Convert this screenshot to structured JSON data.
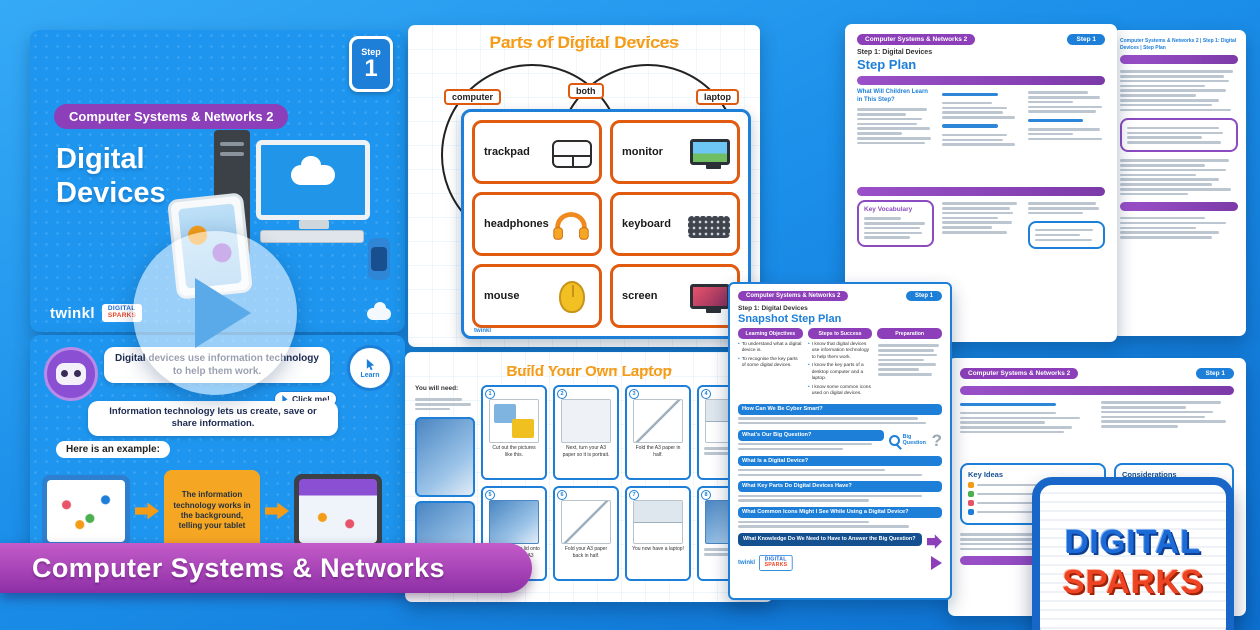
{
  "colors": {
    "accent_blue": "#1d7fd8",
    "accent_purple": "#8c3fb8",
    "accent_orange": "#f59c17",
    "sparks_red": "#ef4423"
  },
  "brand": {
    "twinkl": "twinkl",
    "digital": "DIGITAL",
    "sparks": "SPARKS"
  },
  "banner": {
    "label": "Computer Systems & Networks"
  },
  "play": {
    "aria": "Play preview video"
  },
  "title_slide": {
    "badge": "Computer Systems & Networks 2",
    "title_line1": "Digital",
    "title_line2": "Devices",
    "step_word": "Step",
    "step_number": "1"
  },
  "parts_sheet": {
    "title": "Parts of Digital Devices",
    "venn_left": "computer",
    "venn_middle": "both",
    "venn_right": "laptop",
    "cards": [
      {
        "label": "trackpad"
      },
      {
        "label": "monitor"
      },
      {
        "label": "headphones"
      },
      {
        "label": "keyboard"
      },
      {
        "label": "mouse"
      },
      {
        "label": "screen"
      }
    ]
  },
  "step_plan": {
    "badge": "Computer Systems & Networks 2",
    "step_pill": "Step 1",
    "subtitle": "Step 1: Digital Devices",
    "title": "Step Plan",
    "page_header": "Computer Systems & Networks 2 | Step 1: Digital Devices | Step Plan",
    "heading1": "What Will Children Learn in This Step?",
    "key_vocabulary": "Key Vocabulary"
  },
  "info_page": {
    "badge": "Computer Systems & Networks 2",
    "step_pill": "Step 1",
    "key_ideas": "Key Ideas",
    "considerations": "Considerations"
  },
  "snapshot": {
    "badge": "Computer Systems & Networks 2",
    "step_pill": "Step 1",
    "subtitle": "Step 1: Digital Devices",
    "title": "Snapshot Step Plan",
    "col1": "Learning Objectives",
    "col2": "Steps to Success",
    "col3": "Preparation",
    "objectives": [
      "To understand what a digital device is.",
      "To recognise the key parts of some digital devices."
    ],
    "success": [
      "I know that digital devices use information technology to help them work.",
      "I know the key parts of a desktop computer and a laptop.",
      "I know some common icons used on digital devices."
    ],
    "boxes": [
      "How Can We Be Cyber Smart?",
      "What's Our Big Question?",
      "What Is a Digital Device?",
      "What Key Parts Do Digital Devices Have?",
      "What Common Icons Might I See While Using a Digital Device?",
      "What Knowledge Do We Need to Have to Answer the Big Question?"
    ],
    "big_question": "Big Question",
    "question_mark": "?"
  },
  "laptop_sheet": {
    "title": "Build Your Own Laptop",
    "you_will_need": "You will need:",
    "cards": [
      {
        "num": "1",
        "caption": "Cut out the pictures like this."
      },
      {
        "num": "2",
        "caption": "Next, turn your A3 paper so it is portrait."
      },
      {
        "num": "3",
        "caption": "Fold the A3 paper in half."
      },
      {
        "num": "4"
      },
      {
        "num": "5",
        "caption": "Stick the laptop lid onto the top of your A3 paper."
      },
      {
        "num": "6",
        "caption": "Fold your A3 paper back in half."
      },
      {
        "num": "7",
        "caption": "You now have a laptop!"
      },
      {
        "num": "8"
      }
    ]
  },
  "example_slide": {
    "bubble1": "Digital devices use information technology to help them work.",
    "bubble2": "Information technology lets us create, save or share information.",
    "click_me": "Click me!",
    "learn": "Learn",
    "example_label": "Here is an example:",
    "process_box": "The information technology works in the background, telling your tablet"
  }
}
